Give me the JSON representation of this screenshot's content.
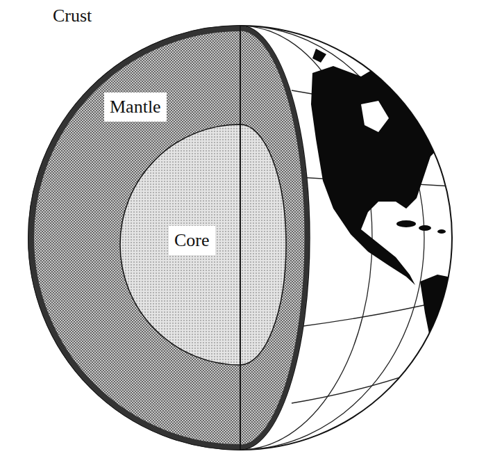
{
  "diagram": {
    "labels": [
      "Crust",
      "Mantle",
      "Core"
    ]
  }
}
